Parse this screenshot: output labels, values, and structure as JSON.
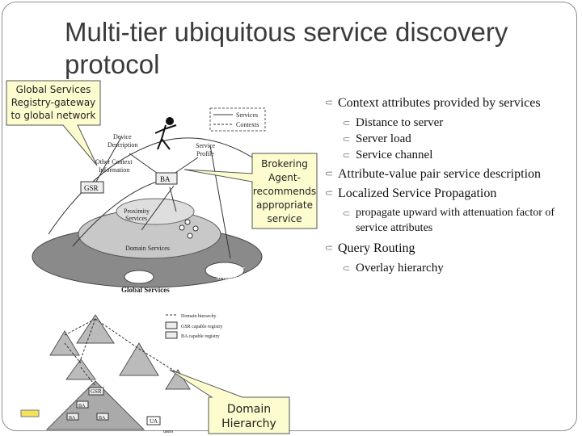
{
  "slide": {
    "title": "Multi-tier ubiquitous service discovery protocol"
  },
  "callouts": {
    "gsr": "Global Services Registry-gateway to global network",
    "brokering": "Brokering Agent-recommends appropriate service",
    "domain": "Domain Hierarchy"
  },
  "top_diagram": {
    "legend_services": "Services",
    "legend_contexts": "Contexts",
    "device_description": "Device Description",
    "other_context": "Other Context Information",
    "service_profile": "Service Profile",
    "ba": "BA",
    "gsr": "GSR",
    "proximity_services": "Proximity Services",
    "domain_services": "Domain Services",
    "profile_server": "Profile Server at home",
    "global_services": "Global Services"
  },
  "bottom_diagram": {
    "legend_domain": "Domain hierarchy",
    "legend_gsr": "GSR capable registry",
    "legend_ba": "BA capable registry",
    "gsr_label": "GSR",
    "ba_label": "BA",
    "ua": "UA",
    "users": "users"
  },
  "bullets": [
    {
      "text": "Context attributes provided by services",
      "subs": [
        "Distance to server",
        "Server load",
        "Service channel"
      ]
    },
    {
      "text": "Attribute-value pair service description",
      "subs": []
    },
    {
      "text": "Localized Service Propagation",
      "subs": [
        "propagate upward with attenuation factor of service attributes"
      ]
    },
    {
      "text": "Query Routing",
      "subs": [
        "Overlay hierarchy"
      ]
    }
  ],
  "colors": {
    "callout_fill": "#fdfcce",
    "callout_border": "#555555",
    "title": "#3b3b3b",
    "bullet_marker": "#555555"
  },
  "icons": {
    "bullet": "crescent-bullet-icon"
  }
}
